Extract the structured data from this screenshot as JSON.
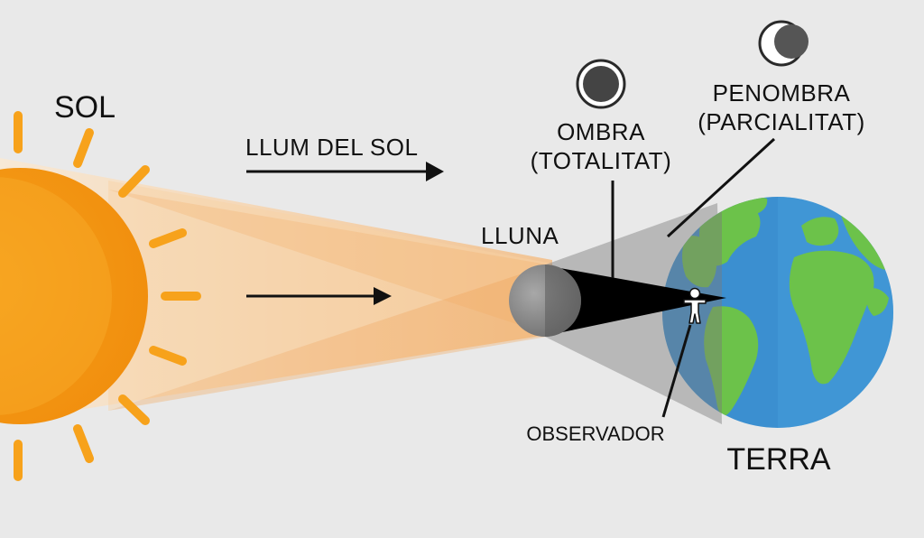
{
  "labels": {
    "sun": "SOL",
    "sunlight": "LLUM DEL SOL",
    "moon": "LLUNA",
    "umbra_line1": "OMBRA",
    "umbra_line2": "(TOTALITAT)",
    "penumbra_line1": "PENOMBRA",
    "penumbra_line2": "(PARCIALITAT)",
    "observer": "OBSERVADOR",
    "earth": "TERRA"
  },
  "colors": {
    "background": "#e9e9e9",
    "sun": "#f39c12",
    "sun_light": "#f7b84b",
    "light_beam": "#f8c98f",
    "umbra": "#000000",
    "penumbra": "#9a9a9a",
    "moon": "#8a8a8a",
    "ocean": "#3b8fd0",
    "land": "#6cc24a",
    "text": "#111111"
  },
  "icons": {
    "total_eclipse": "total-eclipse-icon",
    "partial_eclipse": "partial-eclipse-icon",
    "observer": "person-icon",
    "arrow": "right-arrow-icon"
  }
}
